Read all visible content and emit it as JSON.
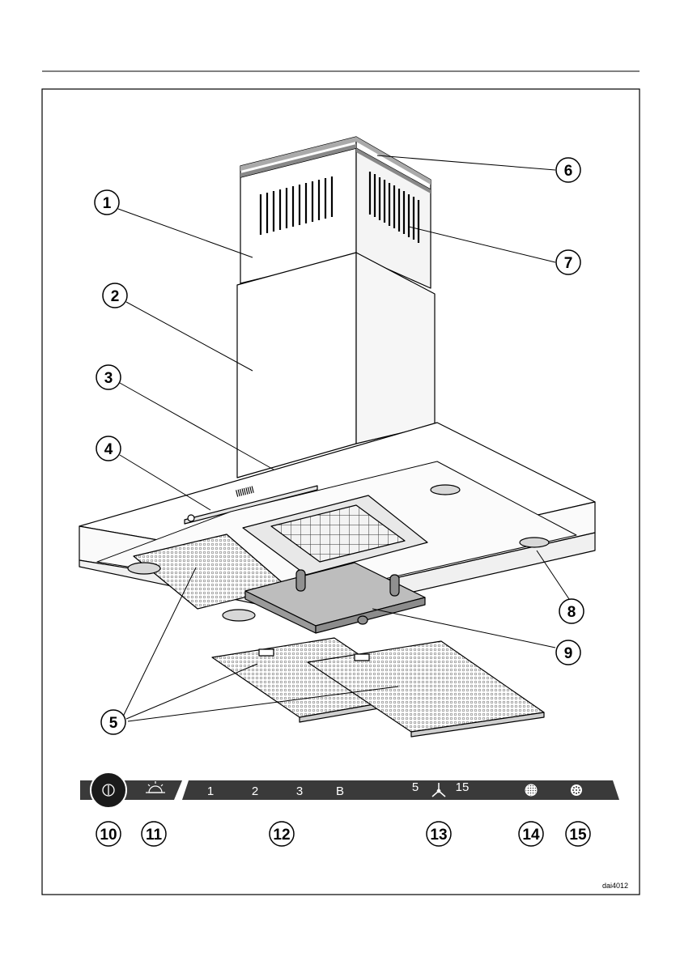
{
  "diagram": {
    "callouts": [
      {
        "id": 1,
        "label": "1"
      },
      {
        "id": 2,
        "label": "2"
      },
      {
        "id": 3,
        "label": "3"
      },
      {
        "id": 4,
        "label": "4"
      },
      {
        "id": 5,
        "label": "5"
      },
      {
        "id": 6,
        "label": "6"
      },
      {
        "id": 7,
        "label": "7"
      },
      {
        "id": 8,
        "label": "8"
      },
      {
        "id": 9,
        "label": "9"
      }
    ],
    "panel_callouts": [
      {
        "id": 10,
        "label": "10"
      },
      {
        "id": 11,
        "label": "11"
      },
      {
        "id": 12,
        "label": "12"
      },
      {
        "id": 13,
        "label": "13"
      },
      {
        "id": 14,
        "label": "14"
      },
      {
        "id": 15,
        "label": "15"
      }
    ],
    "control_panel": {
      "power_icon": "power-icon",
      "light_icon": "light-icon",
      "speed_labels": [
        "1",
        "2",
        "3",
        "B"
      ],
      "timer_short": "5",
      "timer_long": "15",
      "fan_icon": "fan-icon",
      "grease_filter_icon": "grease-filter-indicator-icon",
      "odour_filter_icon": "odour-filter-indicator-icon",
      "panel_color": "#3a3a3a",
      "power_ring_color": "#1a1a1a"
    },
    "figure_code": "dai4012"
  }
}
